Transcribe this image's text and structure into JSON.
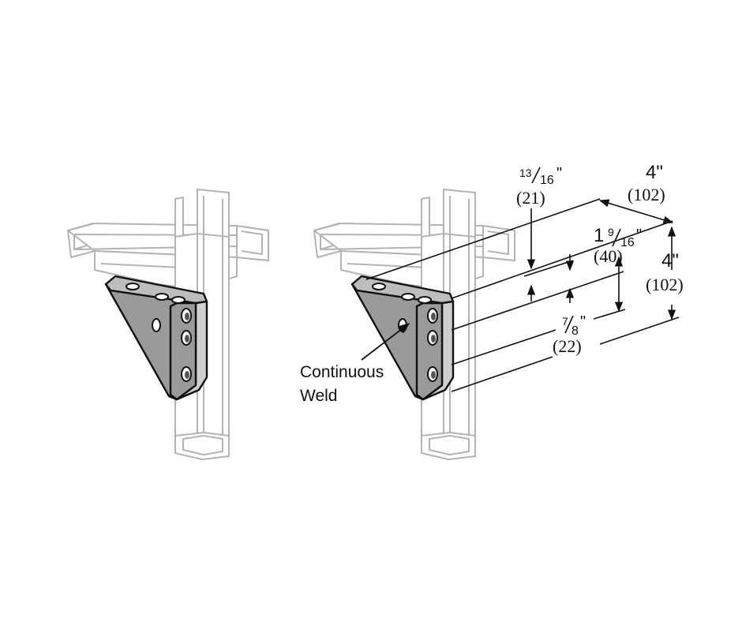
{
  "callout": {
    "line1": "Continuous",
    "line2": "Weld"
  },
  "dimensions": {
    "d13_16": {
      "num": "13",
      "den": "16",
      "unit": "\"",
      "metric": "(21)"
    },
    "width": {
      "imperial": "4\"",
      "metric": "(102)"
    },
    "d1_9_16": {
      "whole": "1",
      "num": "9",
      "den": "16",
      "unit": "\"",
      "metric": "(40)"
    },
    "height": {
      "imperial": "4\"",
      "metric": "(102)"
    },
    "d7_8": {
      "num": "7",
      "den": "8",
      "unit": "\"",
      "metric": "(22)"
    }
  }
}
